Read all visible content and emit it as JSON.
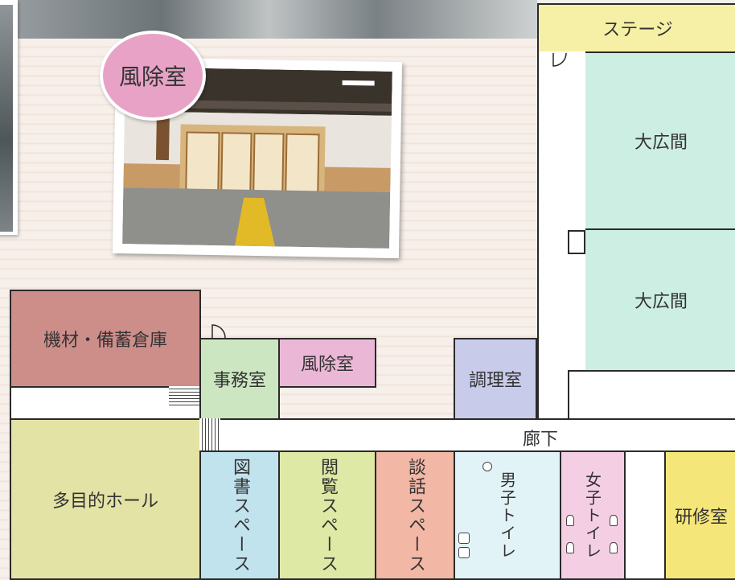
{
  "badge": {
    "label": "風除室"
  },
  "rooms": {
    "stage": "ステージ",
    "hall_1": "大広間",
    "hall_2": "大広間",
    "storage": "機材・備蓄倉庫",
    "office": "事務室",
    "vestibule": "風除室",
    "kitchen": "調理室",
    "corridor": "廊下",
    "multipurpose_hall": "多目的ホール",
    "library_space": "図書スペース",
    "reading_space": "閲覧スペース",
    "lounge_space": "談話スペース",
    "mens_toilet": "男子トイレ",
    "womens_toilet": "女子トイレ",
    "training_room": "研修室"
  },
  "colors": {
    "stage": "#f6f0a6",
    "hall": "#cdeee3",
    "storage": "#cd8e8a",
    "office": "#cce6c1",
    "vestibule": "#eab8d6",
    "kitchen": "#c9cbea",
    "multipurpose": "#e3e3a6",
    "library": "#c1e3ee",
    "reading": "#dde9a4",
    "lounge": "#f3b7a6",
    "mens_toilet": "#e2f3f8",
    "womens_toilet": "#f4cfe4",
    "training": "#f5e67a",
    "photo_badge": "#e7a2c6"
  }
}
